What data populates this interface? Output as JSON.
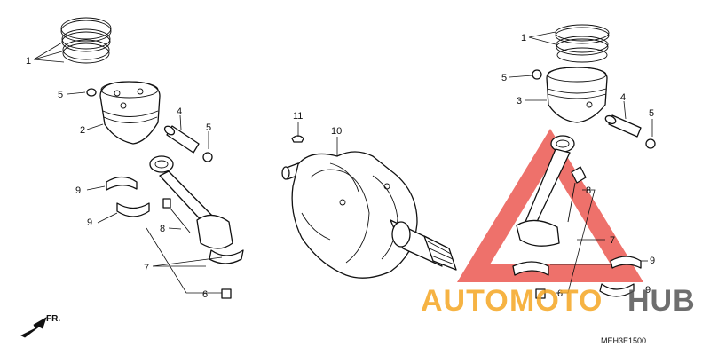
{
  "diagram_code": "MEH3E1500",
  "direction_label": "FR.",
  "callouts": {
    "left": {
      "c1": "1",
      "c5a": "5",
      "c2": "2",
      "c4": "4",
      "c5b": "5",
      "c9a": "9",
      "c9b": "9",
      "c8": "8",
      "c7": "7",
      "c6": "6"
    },
    "center": {
      "c11": "11",
      "c10": "10"
    },
    "right": {
      "c1": "1",
      "c5a": "5",
      "c3": "3",
      "c4": "4",
      "c5b": "5",
      "c8": "8",
      "c7": "7",
      "c9a": "9",
      "c6": "6",
      "c9b": "9"
    }
  },
  "watermark": {
    "text_auto": "AUTO",
    "text_moto": "MOTO",
    "text_hub": "HUB",
    "colors": {
      "red": "#e8423a",
      "orange": "#f5a623",
      "gray": "#555555"
    }
  },
  "icons": [
    "piston-ring-icon",
    "piston-icon",
    "piston-pin-icon",
    "circlip-icon",
    "connecting-rod-icon",
    "bearing-shell-icon",
    "crankshaft-icon",
    "woodruff-key-icon",
    "arrow-icon"
  ]
}
